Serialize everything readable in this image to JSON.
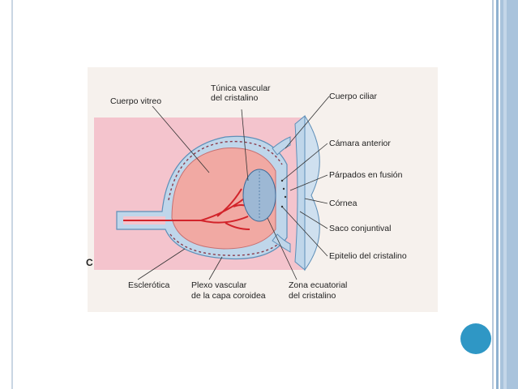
{
  "figure_letter": "C",
  "labels": {
    "cuerpo_vitreo": "Cuerpo vitreo",
    "tunica_line1": "Túnica vascular",
    "tunica_line2": "del cristalino",
    "cuerpo_ciliar": "Cuerpo ciliar",
    "camara_anterior": "Cámara anterior",
    "parpados": "Párpados en fusión",
    "cornea": "Córnea",
    "saco": "Saco conjuntival",
    "epitelio": "Epitelio del cristalino",
    "esclerotica": "Esclerótica",
    "plexo_line1": "Plexo vascular",
    "plexo_line2": "de la capa coroidea",
    "zona_line1": "Zona ecuatorial",
    "zona_line2": "del cristalino"
  },
  "colors": {
    "background_pink": "#f4c4cd",
    "tissue_blue": "#bfd6ea",
    "vitreous": "#f1a9a3",
    "vessel_red": "#d2232a",
    "lens_blue": "#9db8d4",
    "accent_dot": "#2f97c5"
  }
}
